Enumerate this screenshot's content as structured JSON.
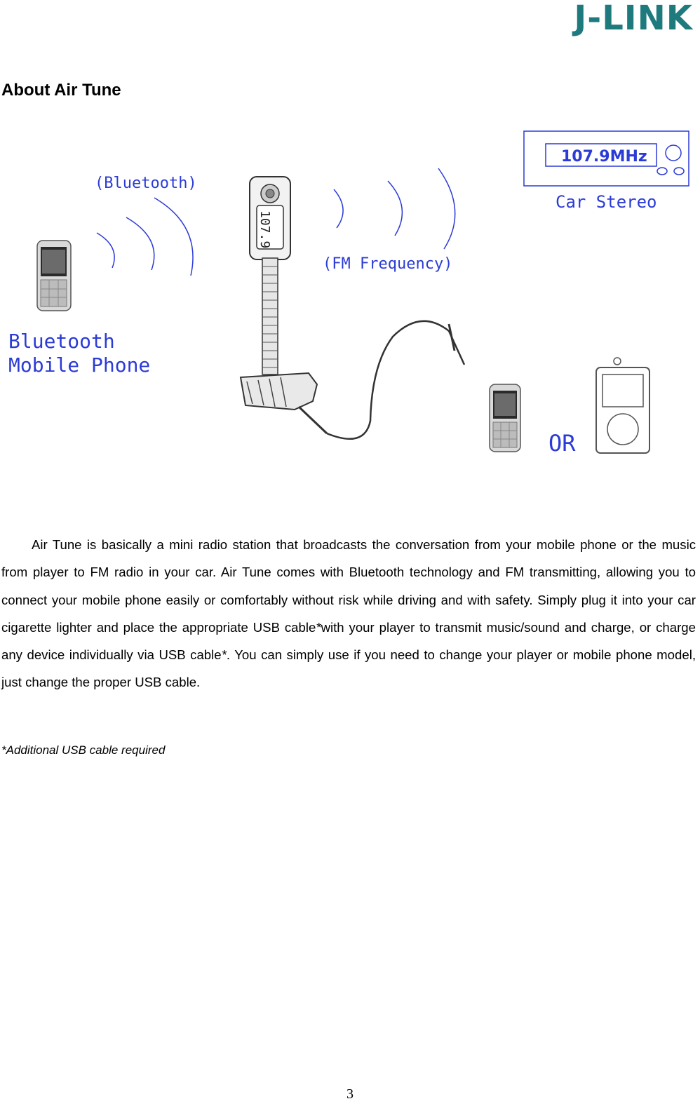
{
  "header": {
    "logo_text": "J-LINK",
    "logo_color": "#1f7a7e"
  },
  "title": "About Air Tune",
  "illustration": {
    "label_bluetooth": "(Bluetooth)",
    "label_phone_line1": "Bluetooth",
    "label_phone_line2": "Mobile Phone",
    "label_fm": "(FM Frequency)",
    "display_freq": "107.9MHz",
    "device_display": "107.9",
    "label_car_stereo": "Car Stereo",
    "label_or": "OR",
    "label_color": "#2b3bd6"
  },
  "body": {
    "p1_a": "Air Tune is basically a mini radio station that broadcasts the conversation from your mobile phone or the music from player to FM radio in your car. Air Tune comes with Bluetooth technology and FM transmitting, allowing you to connect your mobile phone easily or comfortably without risk while driving and with safety. Simply plug it into your car cigarette lighter and place the appropriate USB cable",
    "star1": "*",
    "p1_b": "with your player to transmit music/sound and charge, or charge any device individually via USB cable",
    "star2": "*",
    "p1_c": ". You can simply use if you need to change your player or mobile phone model, just change the proper USB cable."
  },
  "footnote": "*Additional USB cable required",
  "page_number": "3"
}
